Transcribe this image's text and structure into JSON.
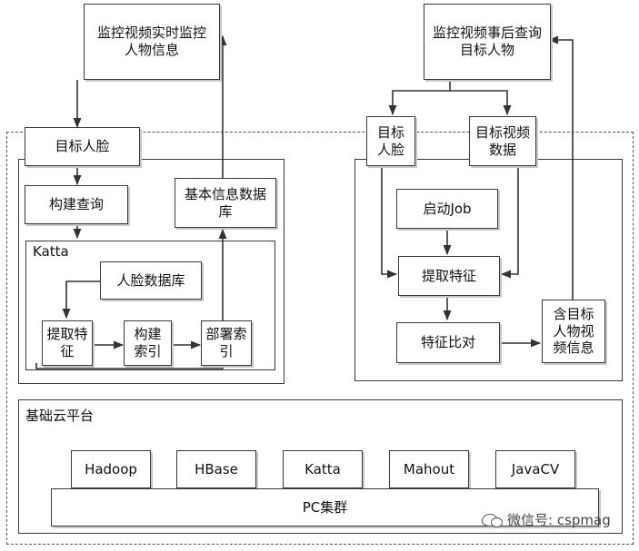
{
  "top_boxes": {
    "realtime": "监控视频实时监控人物信息",
    "posthoc": "监控视频事后查询目标人物"
  },
  "left": {
    "target_face": "目标人脸",
    "build_query": "构建查询",
    "basic_db": "基本信息数据库",
    "katta_label": "Katta",
    "face_db": "人脸数据库",
    "extract": "提取特征",
    "build_index": "构建索引",
    "deploy_index": "部署索引"
  },
  "right": {
    "target_face": "目标人脸",
    "target_video": "目标视频数据",
    "start_job": "启动Job",
    "extract": "提取特征",
    "compare": "特征比对",
    "result": "含目标人物视频信息"
  },
  "platform": {
    "label": "基础云平台",
    "components": [
      "Hadoop",
      "HBase",
      "Katta",
      "Mahout",
      "JavaCV"
    ],
    "cluster": "PC集群"
  },
  "watermark": "微信号: cspmag"
}
